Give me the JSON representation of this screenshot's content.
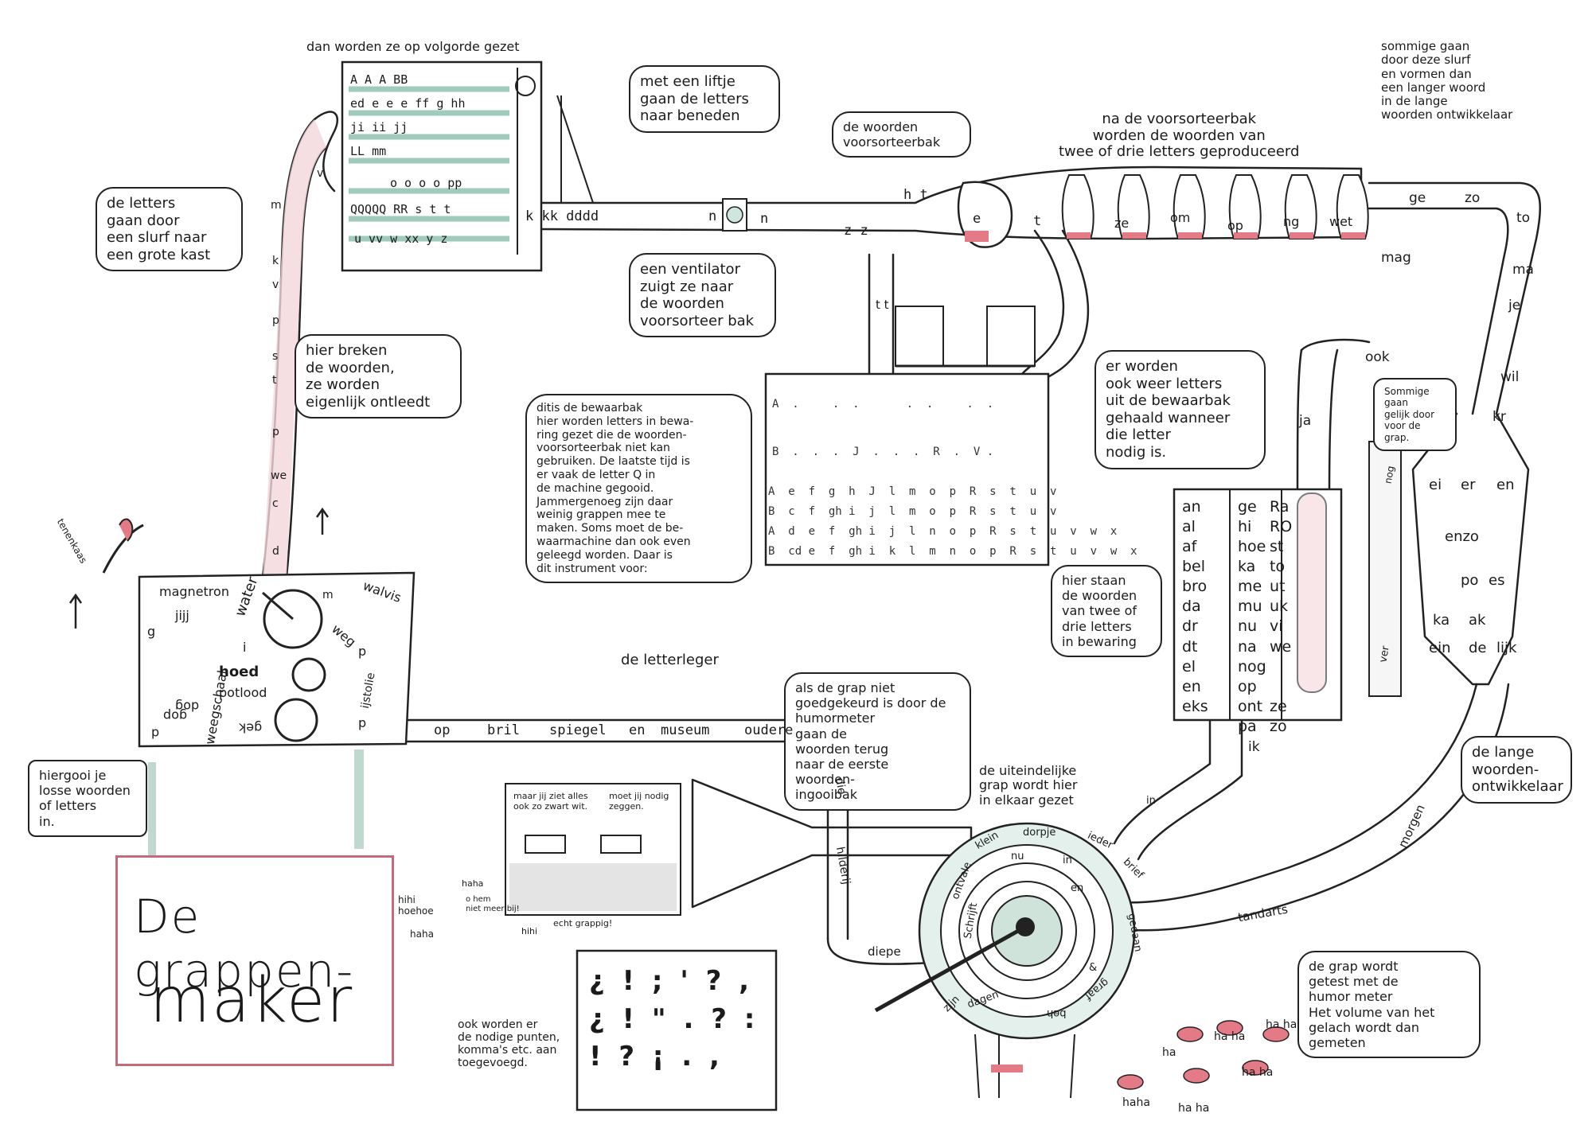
{
  "title": {
    "line1": "De grappen-",
    "line2": "maker"
  },
  "labels": {
    "sorting": "dan worden ze op volgorde gezet",
    "lift": "met een liftje\ngaan de letters\nnaar beneden",
    "trunk": "de letters\ngaan door\neen slurf naar\neen grote kast",
    "break": "hier breken\nde woorden,\nze worden\neigenlijk ontleedt",
    "presort_bin": "de woorden\nvoorsorteerbak",
    "after_presort": "na de voorsorteerbak\nworden de woorden van\ntwee of drie letters geproduceerd",
    "long_path": "sommige gaan\ndoor deze slurf\nen vormen dan\neen langer woord\nin de lange\nwoorden ontwikkelaar",
    "fan": "een ventilator\nzuigt ze naar\nde woorden\nvoorsorteer bak",
    "storage": "ditis de bewaarbak\nhier worden letters in bewa-\nring gezet die de woorden-\nvoorsorteerbak niet kan\ngebruiken. De laatste tijd is\ner vaak de letter Q in\nde machine gegooid.\nJammergenoeg zijn daar\nweinig grappen mee te\nmaken. Soms moet de be-\nwaarmachine dan ook even\ngeleegd worden. Daar is\ndit instrument voor:",
    "letterleger": "de letterleger",
    "fetch": "er worden\nook weer letters\nuit de bewaarbak\ngehaald wanneer\ndie letter\nnodig is.",
    "skip": "Sommige gaan\ngelijk door\nvoor de\ngrap.",
    "two_three": "hier staan\nde woorden\nvan twee of\ndrie letters\nin bewaring",
    "rejected": "als de grap niet\ngoedgekeurd is door de\nhumormeter\ngaan de\nwoorden terug\nnaar de eerste\nwoorden-\ningooibak",
    "final": "de uiteindelijke\ngrap wordt hier\nin elkaar gezet",
    "long_dev": "de lange\nwoorden-\nontwikkelaar",
    "insert": "hiergooi je\nlosse woorden\nof letters\nin.",
    "punct": "ook worden er\nde nodige punten,\nkomma's etc. aan\ntoegevoegd.",
    "tested": "de grap wordt\ngetest met de\nhumor meter\nHet volume van het\ngelach wordt dan\ngemeten",
    "tenenkaas": "tenenkaas"
  },
  "zebras": {
    "left": "maar jij ziet alles\nook zo zwart wit.",
    "right": "moet jij nodig\nzeggen."
  },
  "laughs": {
    "a": "haha",
    "b": "o hem\nniet meer bij!",
    "c": "hihi\nhoehoe",
    "d": "haha",
    "e": "hihi",
    "f": "echt grappig!"
  },
  "meter_laughs": [
    "ha ha",
    "ha",
    "ha ha",
    "ha ha",
    "haha",
    "ha ha"
  ],
  "hopper_words": [
    "magnetron",
    "jijj",
    "water",
    "walvis",
    "weg",
    "g",
    "weegschaal",
    "hoed",
    "potlood",
    "gek",
    "dog",
    "gop",
    "p",
    "i",
    "m",
    "p",
    "ijstolie",
    "d"
  ],
  "shelves": [
    "A A A   BB",
    "ed e e e   ff g hh",
    "ji ii   jj",
    "LL    mm",
    "o o o o   pp",
    "QQQQQ  RR   s t t",
    "u  vv   w   xx y z"
  ],
  "trunk_letters": [
    "m",
    "k",
    "v",
    "p",
    "s",
    "p",
    "we",
    "c",
    "d",
    "t",
    "v"
  ],
  "pipe_top": {
    "left": "k   kk   dddd",
    "mid": "n",
    "right": "n",
    "zz": "z z",
    "ht": "h  t",
    "e": "e",
    "t": "t"
  },
  "produced_words": [
    "ze",
    "om",
    "op",
    "ng",
    "wet"
  ],
  "stream_right": [
    "ge",
    "zo",
    "to",
    "ma",
    "je",
    "wil",
    "kr"
  ],
  "mag": "mag",
  "ook": "ook",
  "ja": "ja",
  "ver": "ver",
  "nog": "nog",
  "ik": "ik",
  "in": "in",
  "tt": "t t",
  "storage_grid": [
    "A  .     .  .       .  .     .  .",
    "B  .  .  .  J  .  .  .  R  .  V .",
    "A  e  f  g  h  J  l  m  o  p  R  s  t  u  v",
    "B  c  f  gh i  j  l  m  o  p  R  s  t  u  v",
    "A  d  e  f  gh i  j  l  n  o  p  R  s  t  u  v  w  x",
    "B  cd e  f  gh i  k  l  m  n  o  p  R  s  t  u  v  w  x"
  ],
  "word_cols": {
    "c1": "an\nal\naf\nbel\nbro\nda\ndr\ndt\nel\nen\neks",
    "c2": "ge\nhi\nhoe\nka\nme\nmu\nnu\nna\nnog\nop\nont\npa",
    "c3": "Ra\nRO\nst\nto\nut\nuk\nvi\nwe\n\n\nze\nzo"
  },
  "long_words": [
    "ei",
    "er",
    "en",
    "enzo",
    "po",
    "es",
    "ka",
    "ak",
    "ein",
    "de",
    "lijk"
  ],
  "bottom_pipe": [
    "op",
    "bril",
    "spiegel",
    "en",
    "museum",
    "oudere"
  ],
  "side_words": [
    "die",
    "hilderij",
    "diepe",
    "morgen",
    "tandarts"
  ],
  "wheel_words": [
    "ontvale",
    "klein",
    "dorpje",
    "nu",
    "in",
    "ieder",
    "brief",
    "en",
    "gedaan",
    "&",
    "dagen",
    "zijn",
    "graaf",
    "beh",
    "Schrijft"
  ],
  "punct_marks": "¿ ! ; ' ? , ¿ ! \" . ? : ! ? ¡ . ,"
}
